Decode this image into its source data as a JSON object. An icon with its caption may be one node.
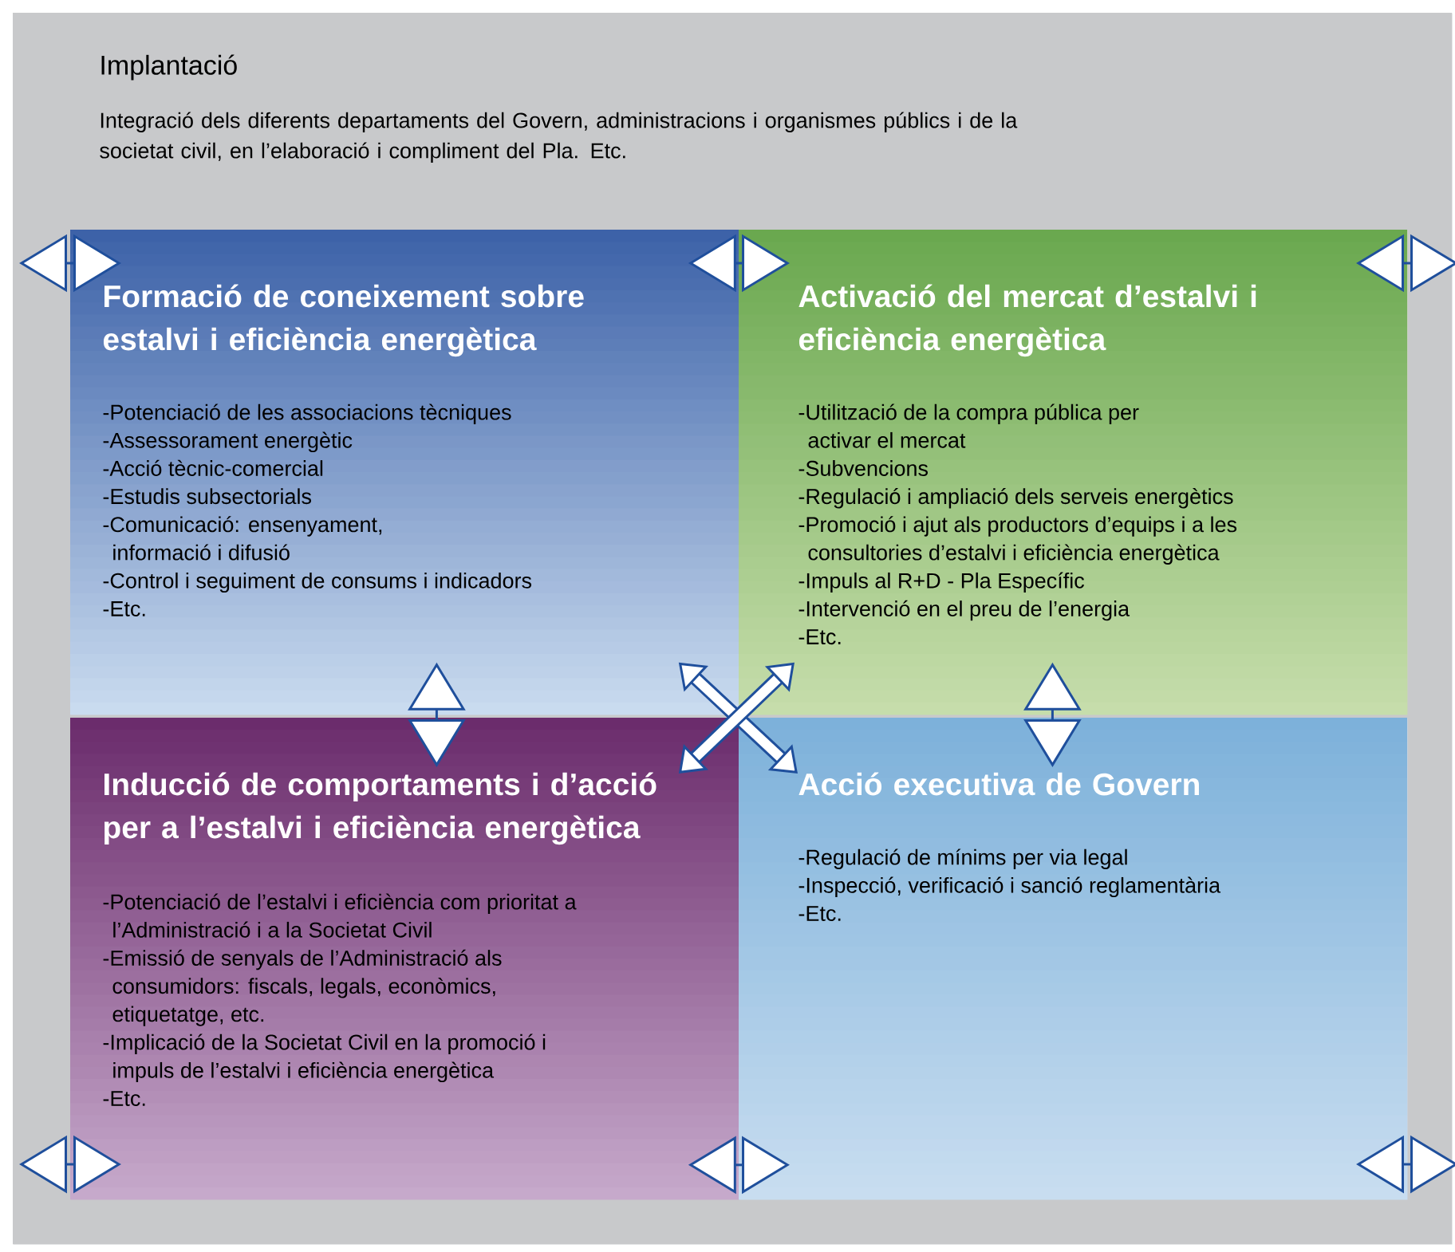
{
  "diagram": {
    "nodes": [
      {
        "text": [
          "Implantació",
          "Integració dels diferents departaments del Govern, administracions i organismes públics i de la societat civil, en l’elaboració i compliment del Pla. Etc."
        ]
      },
      {
        "text": [
          "Formació de coneixement sobre estalvi i eficiència energètica",
          "-Potenciació de les associacions tècniques",
          "-Assessorament energètic",
          "-Acció tècnic-comercial",
          "-Estudis subsectorials",
          "-Comunicació: ensenyament, informació i difusió",
          "-Control i seguiment de consums i indicadors",
          "-Etc."
        ],
        "in": 0
      },
      {
        "text": [
          "Activació del mercat d’estalvi i eficiència energètica",
          "-Utilització de la compra pública per activar el mercat",
          "-Subvencions",
          "-Regulació i ampliació dels serveis energètics",
          "-Promoció i ajut als productors d’equips i a les consultories d’estalvi i eficiència energètica",
          "-Impuls al R+D - Pla Específic",
          "-Intervenció en el preu de l’energia",
          "-Etc."
        ],
        "in": 0
      },
      {
        "text": [
          "Inducció de comportaments i d’acció per a l’estalvi i eficiència energètica",
          "-Potenciació de l’estalvi i eficiència com prioritat a l’Administració i a la Societat Civil",
          "-Emissió de senyals de l’Administració als consumidors: fiscals, legals, econòmics, etiquetatge, etc.",
          "-Implicació de la Societat Civil en la promoció i impuls de l’estalvi i eficiència energètica",
          "-Etc."
        ],
        "in": 0
      },
      {
        "text": [
          "Acció executiva de Govern",
          "-Regulació de mínims per via legal",
          "-Inspecció, verificació i sanció reglamentària",
          "-Etc."
        ],
        "in": 0
      }
    ],
    "edges": [
      {
        "from": 1,
        "to": 2,
        "arrow": "both"
      },
      {
        "from": 3,
        "to": 4,
        "arrow": "both"
      },
      {
        "from": 1,
        "to": 3,
        "arrow": "both"
      },
      {
        "from": 2,
        "to": 4,
        "arrow": "both"
      },
      {
        "from": 1,
        "to": 4,
        "arrow": "both",
        "style": "thick"
      },
      {
        "from": 2,
        "to": 3,
        "arrow": "both",
        "style": "thick"
      }
    ]
  }
}
